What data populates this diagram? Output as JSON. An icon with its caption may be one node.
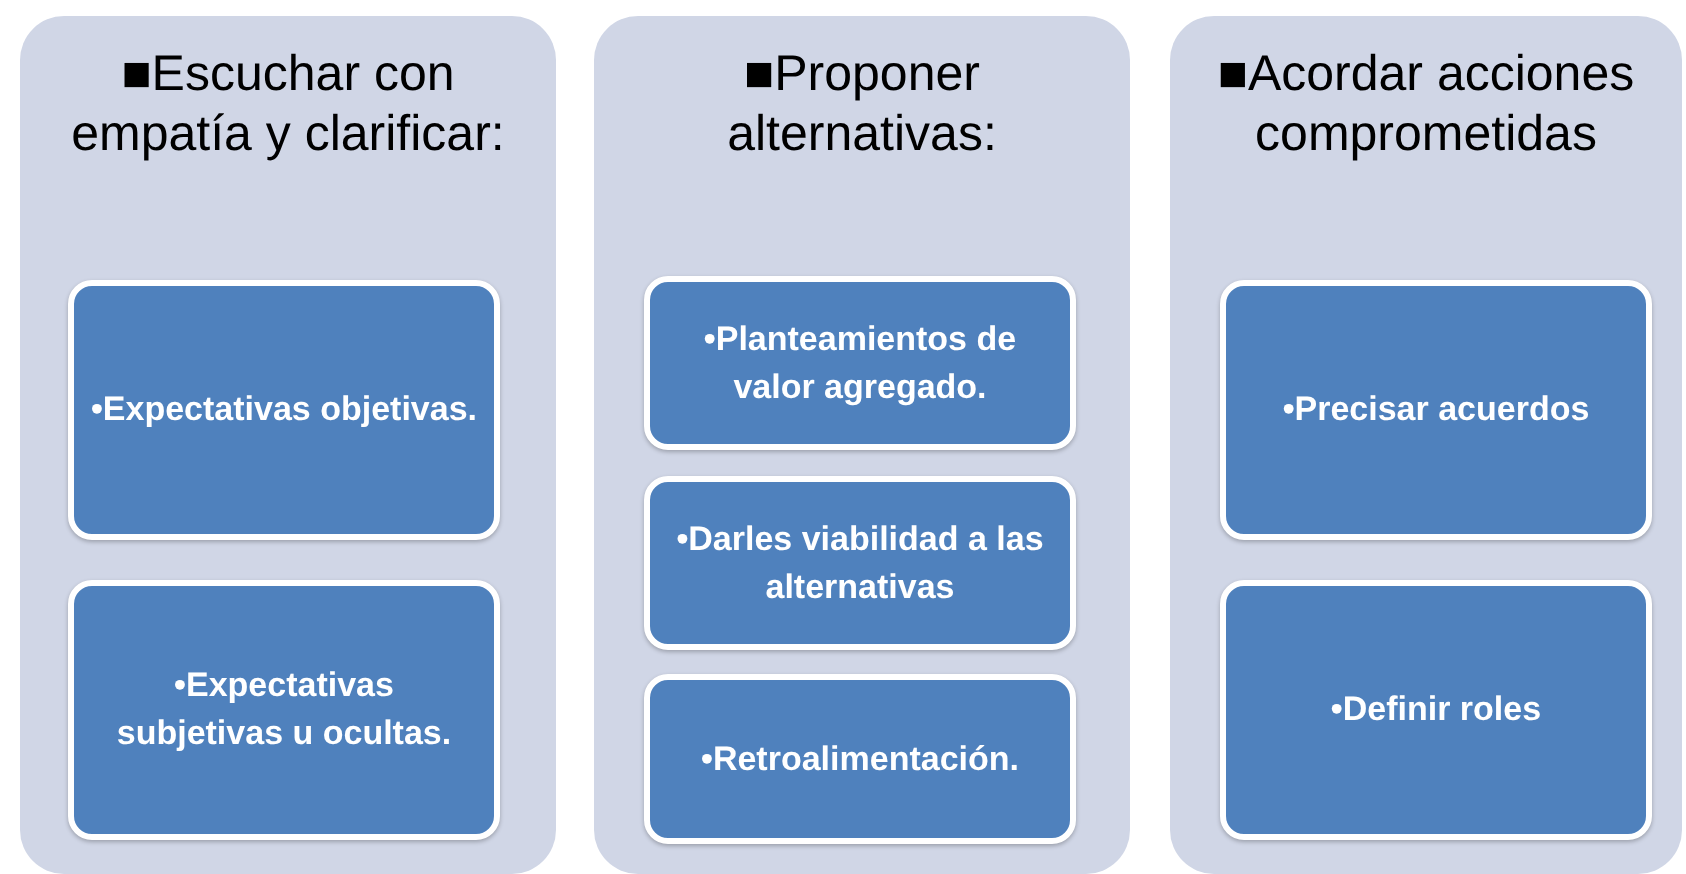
{
  "diagram": {
    "nodes": [
      {
        "text": [
          "■Escuchar con empatía y clarificar:"
        ]
      },
      {
        "text": [
          "•Expectativas objetivas."
        ],
        "in": 0
      },
      {
        "text": [
          "•Expectativas subjetivas u ocultas."
        ],
        "in": 0
      },
      {
        "text": [
          "■Proponer alternativas:"
        ]
      },
      {
        "text": [
          "•Planteamientos de valor agregado."
        ],
        "in": 3
      },
      {
        "text": [
          "•Darles viabilidad a las alternativas"
        ],
        "in": 3
      },
      {
        "text": [
          "•Retroalimentación."
        ],
        "in": 3
      },
      {
        "text": [
          "■Acordar acciones comprometidas"
        ]
      },
      {
        "text": [
          "•Precisar acuerdos"
        ],
        "in": 7
      },
      {
        "text": [
          "•Definir roles"
        ],
        "in": 7
      }
    ]
  }
}
